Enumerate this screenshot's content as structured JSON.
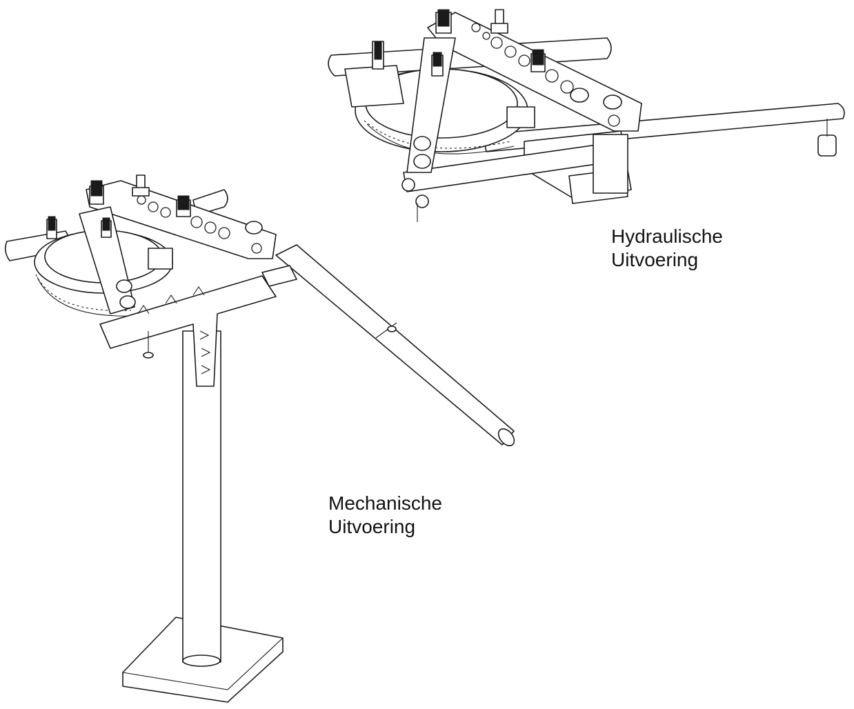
{
  "labels": {
    "hydraulic": {
      "line1": "Hydraulische",
      "line2": "Uitvoering"
    },
    "mechanical": {
      "line1": "Mechanische",
      "line2": "Uitvoering"
    }
  }
}
